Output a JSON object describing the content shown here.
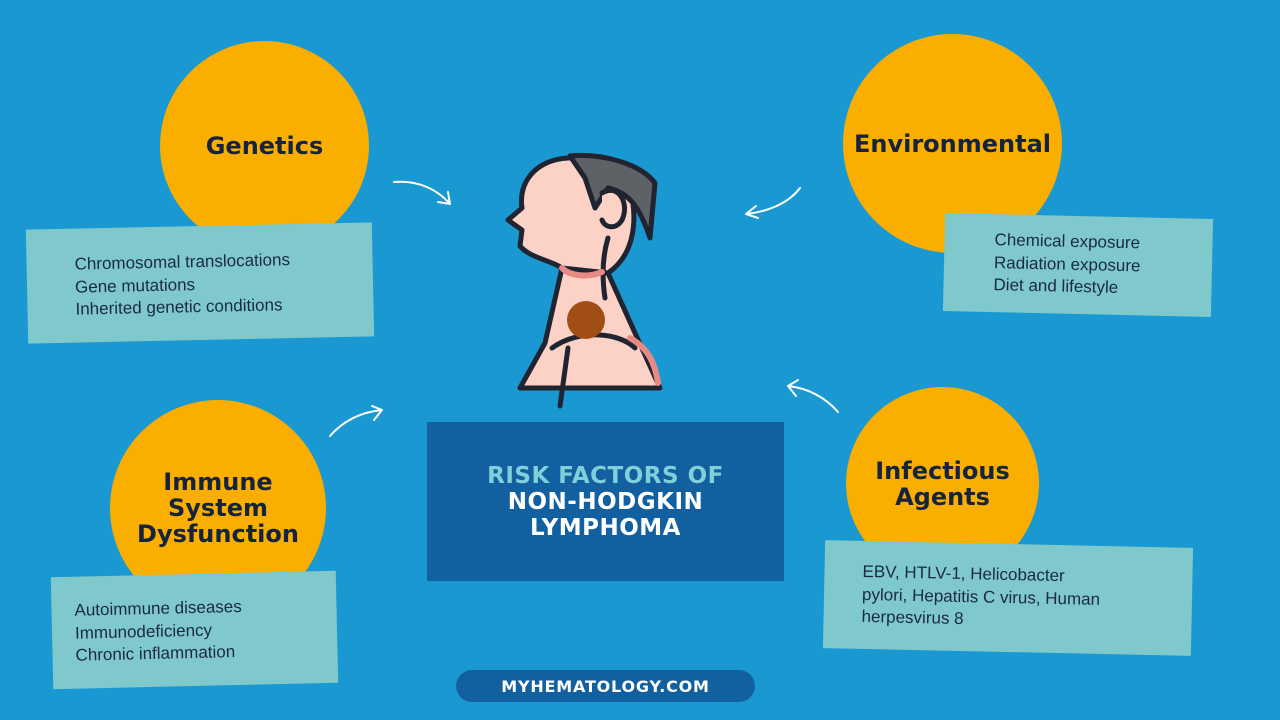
{
  "title": {
    "line1": "RISK FACTORS OF",
    "line2": "NON-HODGKIN",
    "line3": "LYMPHOMA"
  },
  "factors": {
    "genetics": {
      "title": "Genetics",
      "items": [
        "Chromosomal translocations",
        "Gene mutations",
        "Inherited genetic conditions"
      ]
    },
    "environmental": {
      "title": "Environmental",
      "items": [
        "Chemical exposure",
        "Radiation exposure",
        "Diet and lifestyle"
      ]
    },
    "immune": {
      "title_lines": [
        "Immune",
        "System",
        "Dysfunction"
      ],
      "items": [
        "Autoimmune diseases",
        "Immunodeficiency",
        "Chronic inflammation"
      ]
    },
    "infectious": {
      "title_lines": [
        "Infectious",
        "Agents"
      ],
      "description": "EBV, HTLV-1, Helicobacter pylori, Hepatitis C virus, Human herpesvirus 8"
    }
  },
  "footer": "MYHEMATOLOGY.COM",
  "colors": {
    "background": "#1a98d2",
    "circle": "#f9ae00",
    "note": "#7fc8cc",
    "title_box": "#1260a0",
    "title_accent": "#7fd0d9",
    "text_dark": "#15243c",
    "lymph_node": "#a14d16",
    "skin": "#fcd1c6"
  },
  "illustration": "head-and-neck-with-lymph-node"
}
